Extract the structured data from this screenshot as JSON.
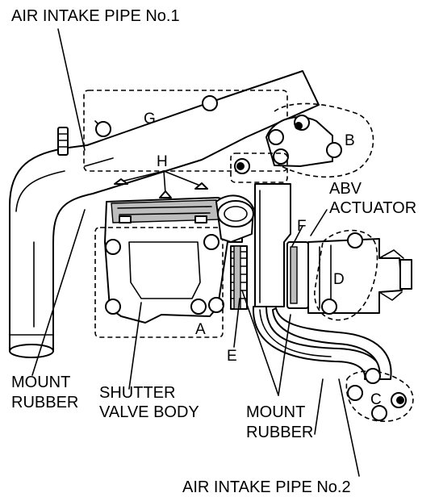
{
  "labels": {
    "air_intake_pipe_1": "AIR INTAKE PIPE No.1",
    "air_intake_pipe_2": "AIR INTAKE PIPE No.2",
    "abv_actuator_line1": "ABV",
    "abv_actuator_line2": "ACTUATOR",
    "mount_rubber_left_line1": "MOUNT",
    "mount_rubber_left_line2": "RUBBER",
    "mount_rubber_center_line1": "MOUNT",
    "mount_rubber_center_line2": "RUBBER",
    "shutter_valve_body_line1": "SHUTTER",
    "shutter_valve_body_line2": "VALVE BODY"
  },
  "zones": {
    "a": "A",
    "b": "B",
    "c": "C",
    "d": "D",
    "e": "E",
    "f": "F",
    "g": "G",
    "h": "H"
  }
}
